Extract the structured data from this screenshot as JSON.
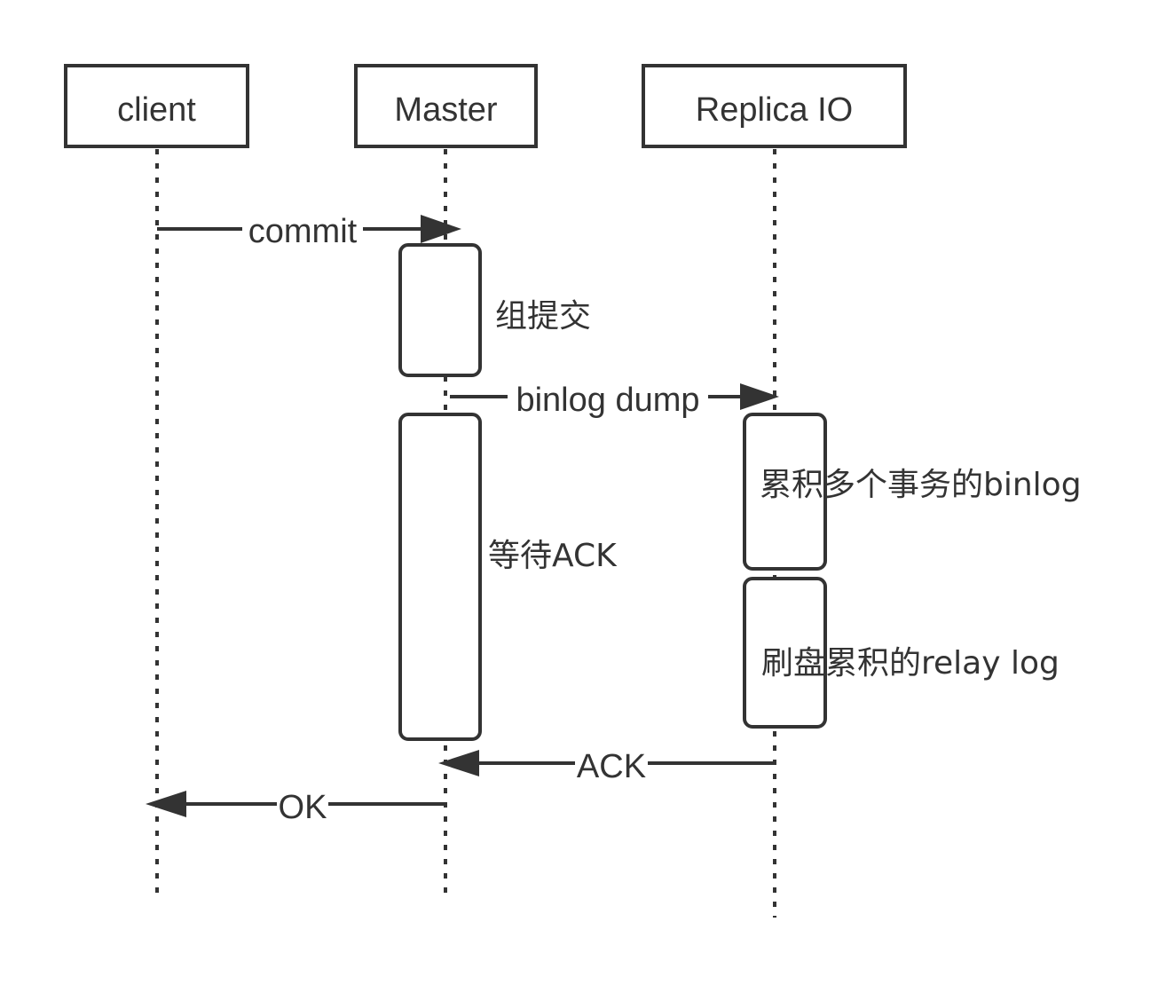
{
  "actors": {
    "client": "client",
    "master": "Master",
    "replica": "Replica IO"
  },
  "messages": {
    "commit": "commit",
    "binlog_dump": "binlog dump",
    "ack": "ACK",
    "ok": "OK"
  },
  "notes": {
    "group_commit": "组提交",
    "wait_ack": "等待ACK",
    "accumulate_binlog": "累积多个事务的binlog",
    "flush_relay_log": "刷盘累积的relay log"
  }
}
